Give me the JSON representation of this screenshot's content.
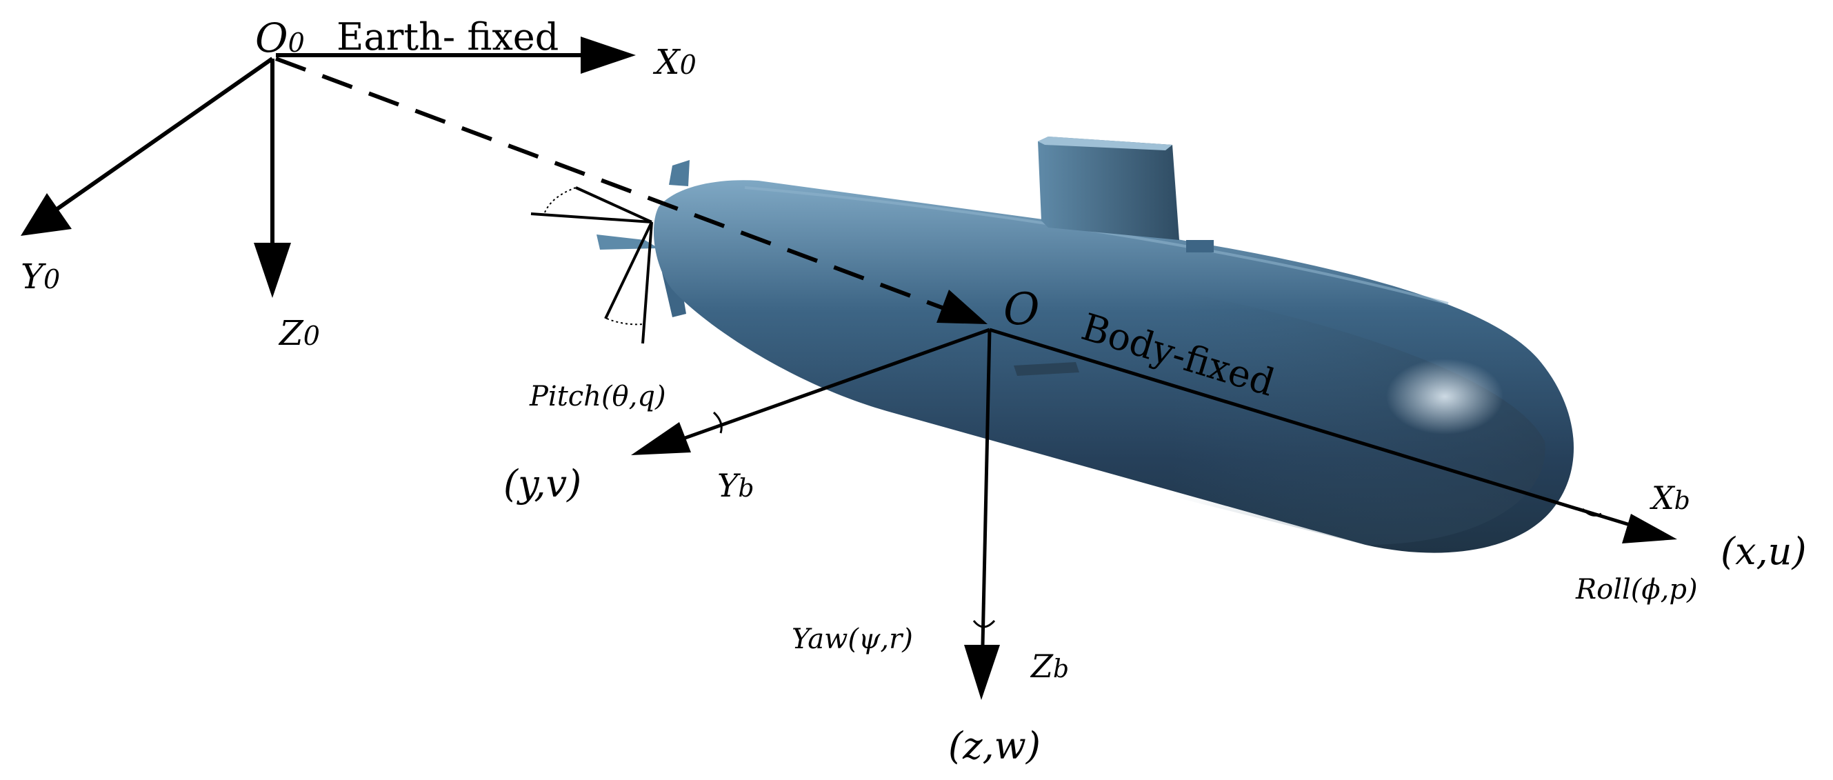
{
  "earth_frame": {
    "origin": "O",
    "origin_sub": "0",
    "title": "Earth- fixed",
    "x_axis": "X",
    "x_axis_sub": "0",
    "y_axis": "Y",
    "y_axis_sub": "0",
    "z_axis": "Z",
    "z_axis_sub": "0"
  },
  "body_frame": {
    "origin": "O",
    "title": "Body-fixed",
    "x_axis": "X",
    "x_axis_sub": "b",
    "y_axis": "Y",
    "y_axis_sub": "b",
    "z_axis": "Z",
    "z_axis_sub": "b",
    "x_motion": "(x,u)",
    "y_motion": "(y,v)",
    "z_motion": "(z,w)"
  },
  "rotations": {
    "pitch": "Pitch(θ,q)",
    "yaw": "Yaw(ψ,r)",
    "roll": "Roll(ϕ,p)"
  },
  "colors": {
    "hull_dark": "#1f3446",
    "hull_mid": "#3d6585",
    "hull_light": "#7fa8c4",
    "lines": "#000000"
  }
}
